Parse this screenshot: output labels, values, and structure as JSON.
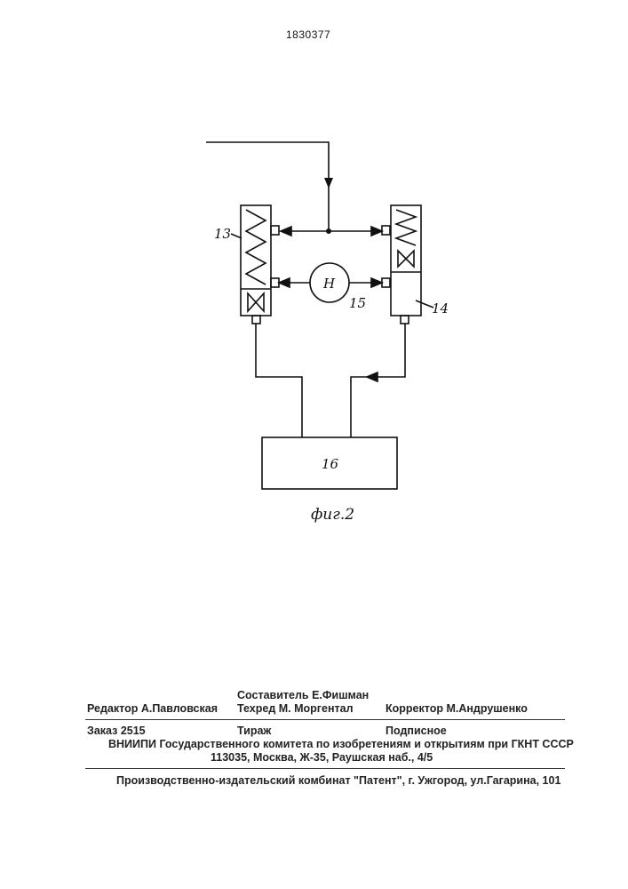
{
  "header": {
    "patent_number": "1830377"
  },
  "diagram": {
    "unit_13_label": "13",
    "unit_14_label": "14",
    "pump_label": "15",
    "pump_symbol": "Н",
    "block_16_label": "16",
    "caption": "фиг.2"
  },
  "footer": {
    "compiler": "Составитель Е.Фишман",
    "editor": "Редактор  А.Павловская",
    "techred": "Техред   М. Моргентал",
    "corrector": "Корректор  М.Андрушенко",
    "order": "Заказ  2515",
    "circulation": "Тираж",
    "subscription": "Подписное",
    "org_line": "ВНИИПИ Государственного комитета по изобретениям и открытиям при ГКНТ СССР",
    "address_line": "113035, Москва, Ж-35, Раушская наб., 4/5",
    "publisher_line": "Производственно-издательский комбинат \"Патент\", г. Ужгород, ул.Гагарина, 101"
  }
}
